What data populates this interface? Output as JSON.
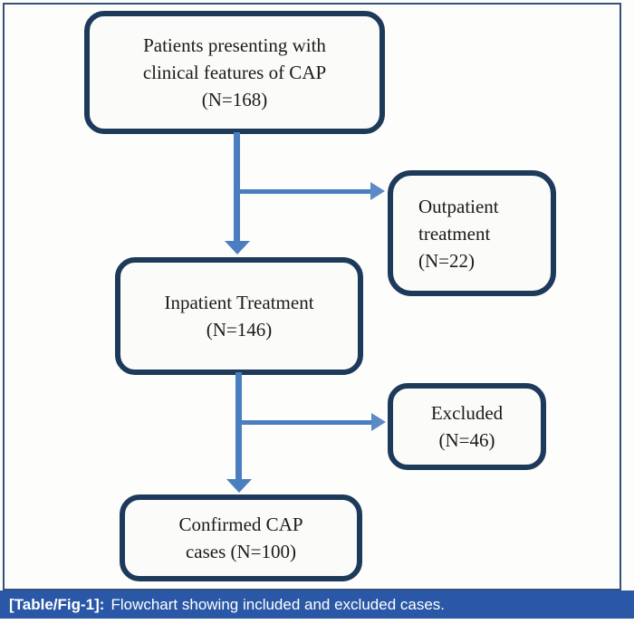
{
  "figure": {
    "type": "flowchart",
    "boxes": [
      {
        "id": "patients",
        "lines": [
          "Patients presenting with",
          "clinical features of CAP",
          "(N=168)"
        ],
        "n": 168
      },
      {
        "id": "outpatient",
        "lines": [
          "Outpatient",
          "treatment",
          "(N=22)"
        ],
        "n": 22
      },
      {
        "id": "inpatient",
        "lines": [
          "Inpatient Treatment",
          "(N=146)"
        ],
        "n": 146
      },
      {
        "id": "excluded",
        "lines": [
          "Excluded",
          "(N=46)"
        ],
        "n": 46
      },
      {
        "id": "confirmed",
        "lines": [
          "Confirmed CAP",
          "cases (N=100)"
        ],
        "n": 100
      }
    ],
    "colors": {
      "box_border": "#1e3a5a",
      "box_fill": "#fbfbf9",
      "arrow": "#4b7ebf",
      "frame": "#35517a",
      "caption_bar": "#2a58a6",
      "caption_text": "#ffffff"
    }
  },
  "caption": {
    "label": "[Table/Fig-1]:",
    "text": "Flowchart showing included and excluded cases."
  }
}
